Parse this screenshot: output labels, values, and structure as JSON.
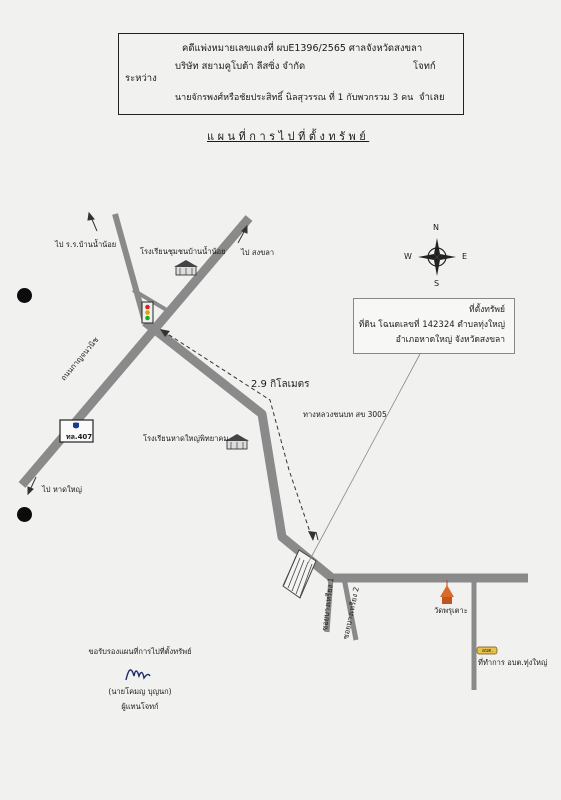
{
  "header": {
    "case_line": "คดีแพ่งหมายเลขแดงที่  ผบE1396/2565   ศาลจังหวัดสงขลา",
    "between_label": "ระหว่าง",
    "plaintiff": "บริษัท  สยามคูโบต้า ลีสซิ่ง จำกัด",
    "plaintiff_role": "โจทก์",
    "defendant": "นายจักรพงศ์หรือชัยประสิทธิ์  นิลสุวรรณ  ที่   1   กับพวกรวม 3 คน",
    "defendant_role": "จำเลย"
  },
  "map_title": "แผนที่การไปที่ตั้งทรัพย์",
  "compass": {
    "n": "N",
    "s": "S",
    "e": "E",
    "w": "W"
  },
  "labels": {
    "to_ban_nam_noi": "ไป ร.ร.บ้านน้ำน้อย",
    "school_ban_nam_noi": "โรงเรียนชุมชนบ้านน้ำน้อย",
    "to_songkhla": "ไป สงขลา",
    "kanchanavanich_road": "ถนนกาญจนวนิช",
    "highway_sign": "ทล.407",
    "to_hat_yai": "ไป หาดใหญ่",
    "distance": "2.9 กิโลเมตร",
    "rural_road": "ทางหลวงชนบท สข 3005",
    "school_hat_yai_phitthayakhom": "โรงเรียนหาดใหญ่พิทยาคม",
    "soi_1": "ซอยบางเหรียง 1",
    "soi_2": "ซอยบางเหรียง 2",
    "temple": "วัดพรุเตาะ",
    "sao_office": "ที่ทำการ อบต.ทุ่งใหญ่",
    "sao_sign": "อบต."
  },
  "callout": {
    "title": "ที่ตั้งทรัพย์",
    "line1": "ที่ดิน โฉนดเลขที่ 142324 ตำบลทุ่งใหญ่",
    "line2": "อำเภอหาดใหญ่  จังหวัดสงขลา"
  },
  "signature": {
    "certify": "ขอรับรองแผนที่การไปที่ตั้งทรัพย์",
    "name": "(นายโคมญ   บุญนก)",
    "role": "ผู้แทนโจทก์"
  },
  "colors": {
    "road": "#8a8a8a",
    "ink": "#1b1b1b",
    "paper": "#f1f1ef"
  },
  "icons": [
    "school-icon",
    "traffic-light-icon",
    "temple-icon",
    "office-icon",
    "compass-icon",
    "arrow-icon"
  ]
}
